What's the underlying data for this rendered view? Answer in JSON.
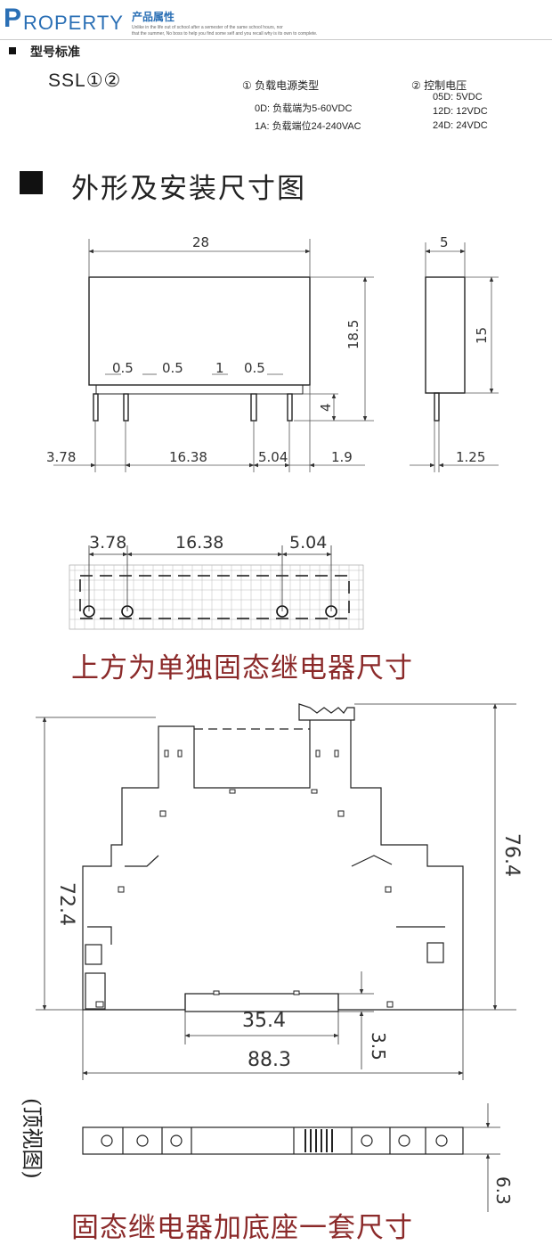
{
  "header": {
    "logo_initial": "P",
    "logo_rest": "ROPERTY",
    "title_cn": "产品属性",
    "subtitle_line1": "Unlike in the life out of school after a semester of the same school hours, nor",
    "subtitle_line2": "that the summer, No boss to help you find some self and you recall why is its own to complete."
  },
  "model": {
    "section_title": "型号标准",
    "code": "SSL①②",
    "load_type_heading": "① 负载电源类型",
    "load_types": [
      "0D:  负载端为5-60VDC",
      "1A:  负载端位24-240VAC"
    ],
    "control_voltage_heading": "② 控制电压",
    "control_voltages": [
      "05D:  5VDC",
      "12D:  12VDC",
      "24D:  24VDC"
    ]
  },
  "dimensions_section": {
    "title": "外形及安装尺寸图"
  },
  "relay_drawing": {
    "width": "28",
    "height": "18.5",
    "pin_length": "4",
    "pin_widths": [
      "0.5",
      "0.5",
      "1",
      "0.5"
    ],
    "pitches": [
      "3.78",
      "16.38",
      "5.04",
      "1.9"
    ],
    "side_width": "5",
    "side_height": "15",
    "side_pin_offset": "1.25"
  },
  "pcb_drawing": {
    "pitches": [
      "3.78",
      "16.38",
      "5.04"
    ]
  },
  "caption_relay": "上方为单独固态继电器尺寸",
  "socket_drawing": {
    "height_left": "72.4",
    "height_right": "76.4",
    "rail_width": "35.4",
    "rail_height": "3.5",
    "total_width": "88.3"
  },
  "top_view": {
    "label": "(顶视图)",
    "thickness": "6.3"
  },
  "caption_socket": "固态继电器加底座一套尺寸",
  "colors": {
    "brand_blue": "#2a6fb5",
    "caption_red": "#8b2a2a"
  }
}
